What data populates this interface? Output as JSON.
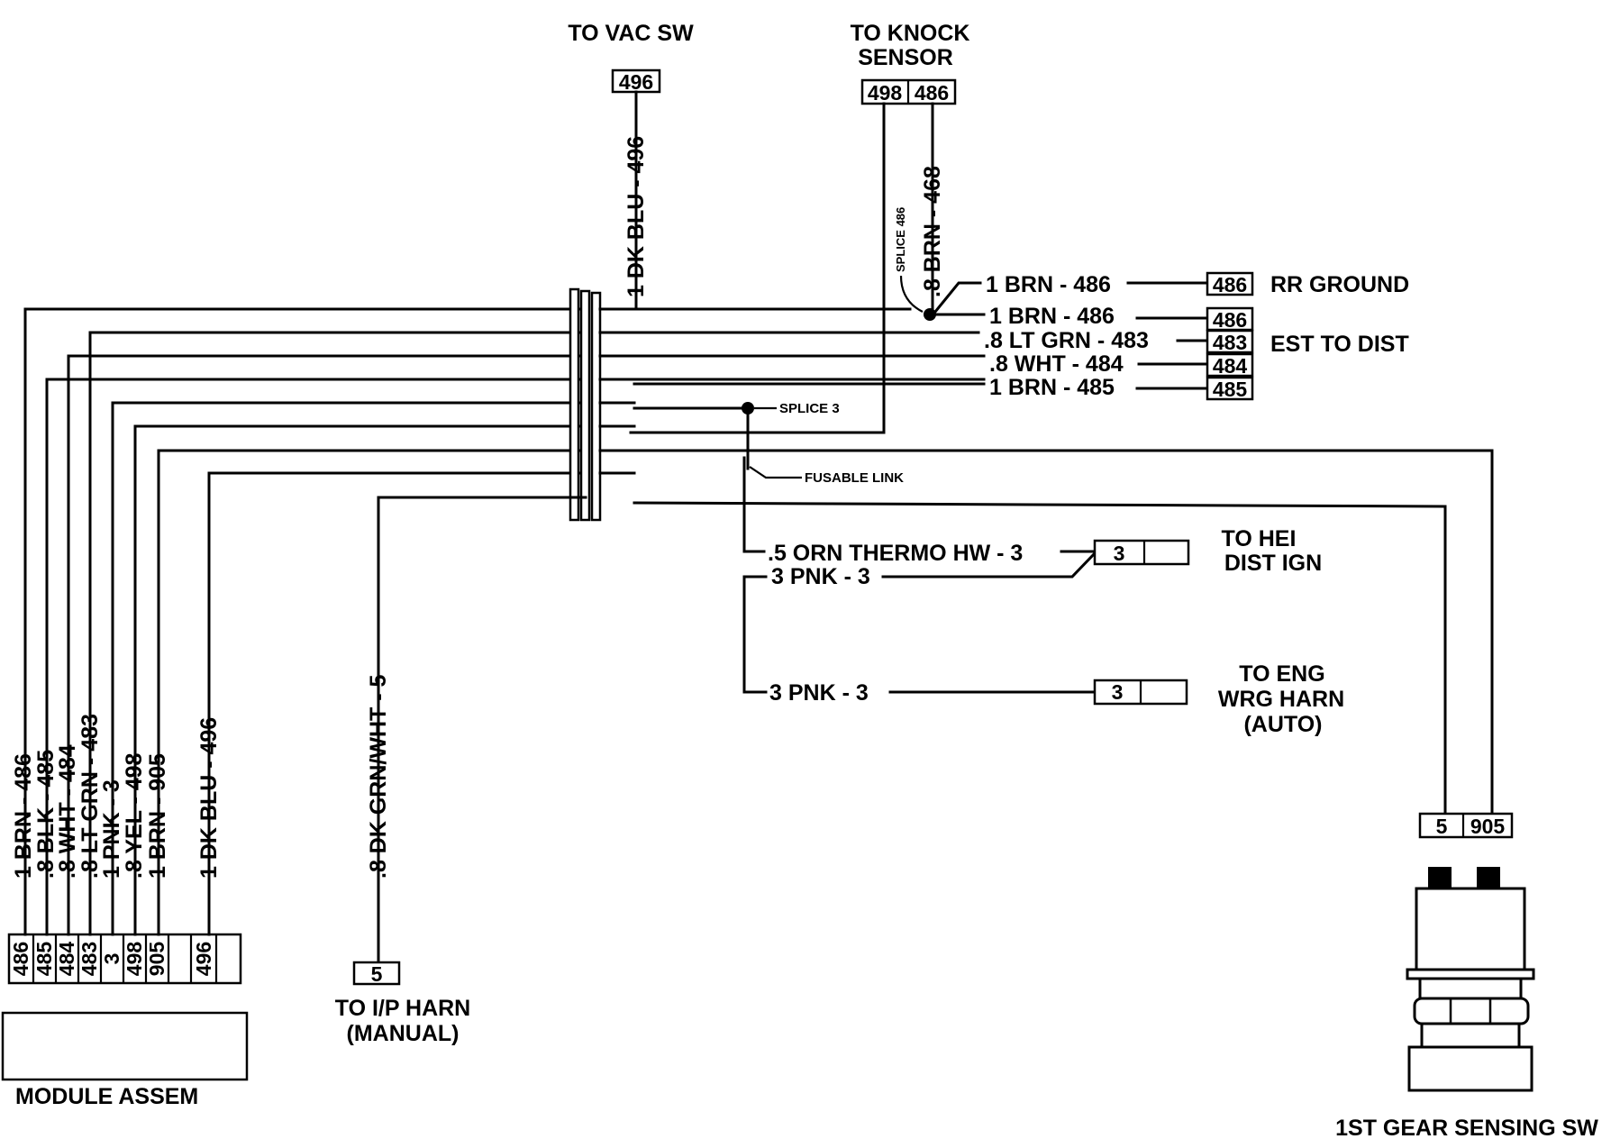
{
  "labels": {
    "to_vac_sw": "TO VAC SW",
    "to_knock_1": "TO KNOCK",
    "to_knock_2": "SENSOR",
    "rr_ground": "RR GROUND",
    "est_to_dist": "EST TO DIST",
    "to_hei_1": "TO HEI",
    "to_hei_2": "DIST IGN",
    "to_eng_1": "TO ENG",
    "to_eng_2": "WRG HARN",
    "to_eng_3": "(AUTO)",
    "to_ip_1": "TO I/P HARN",
    "to_ip_2": "(MANUAL)",
    "module_assem": "MODULE ASSEM",
    "gear_sw": "1ST GEAR SENSING SW",
    "splice_486": "SPLICE 486",
    "splice_3": "SPLICE 3",
    "fusable_link": "FUSABLE LINK"
  },
  "wires": {
    "dk_blu_496_top": "1 DK BLU - 496",
    "brn_468": ".8 BRN - 468",
    "brn_486_a": "1 BRN - 486",
    "brn_486_b": "1 BRN - 486",
    "lt_grn_483": ".8 LT GRN - 483",
    "wht_484": ".8 WHT - 484",
    "brn_485": "1 BRN - 485",
    "orn_thermo": ".5 ORN THERMO HW - 3",
    "pnk_3_a": "3 PNK - 3",
    "pnk_3_b": "3 PNK - 3",
    "dk_grn_wht_5": ".8 DK GRN/WHT - 5",
    "mod_brn_486": "1 BRN - 486",
    "mod_blk_485": ".8 BLK - 485",
    "mod_wht_484": ".8 WHT - 484",
    "mod_lt_grn_483": ".8 LT GRN - 483",
    "mod_pnk_3": "1 PNK - 3",
    "mod_yel_498": ".8 YEL - 498",
    "mod_brn_905": "1 BRN - 905",
    "mod_dk_blu_496": "1 DK BLU - 496"
  },
  "connectors": {
    "vac": "496",
    "knock_a": "498",
    "knock_b": "486",
    "right_486_a": "486",
    "right_486_b": "486",
    "right_483": "483",
    "right_484": "484",
    "right_485": "485",
    "hei": "3",
    "eng": "3",
    "ip": "5",
    "gear_a": "5",
    "gear_b": "905",
    "module_pins": [
      "486",
      "485",
      "484",
      "483",
      "3",
      "498",
      "905",
      "",
      "496",
      ""
    ]
  }
}
